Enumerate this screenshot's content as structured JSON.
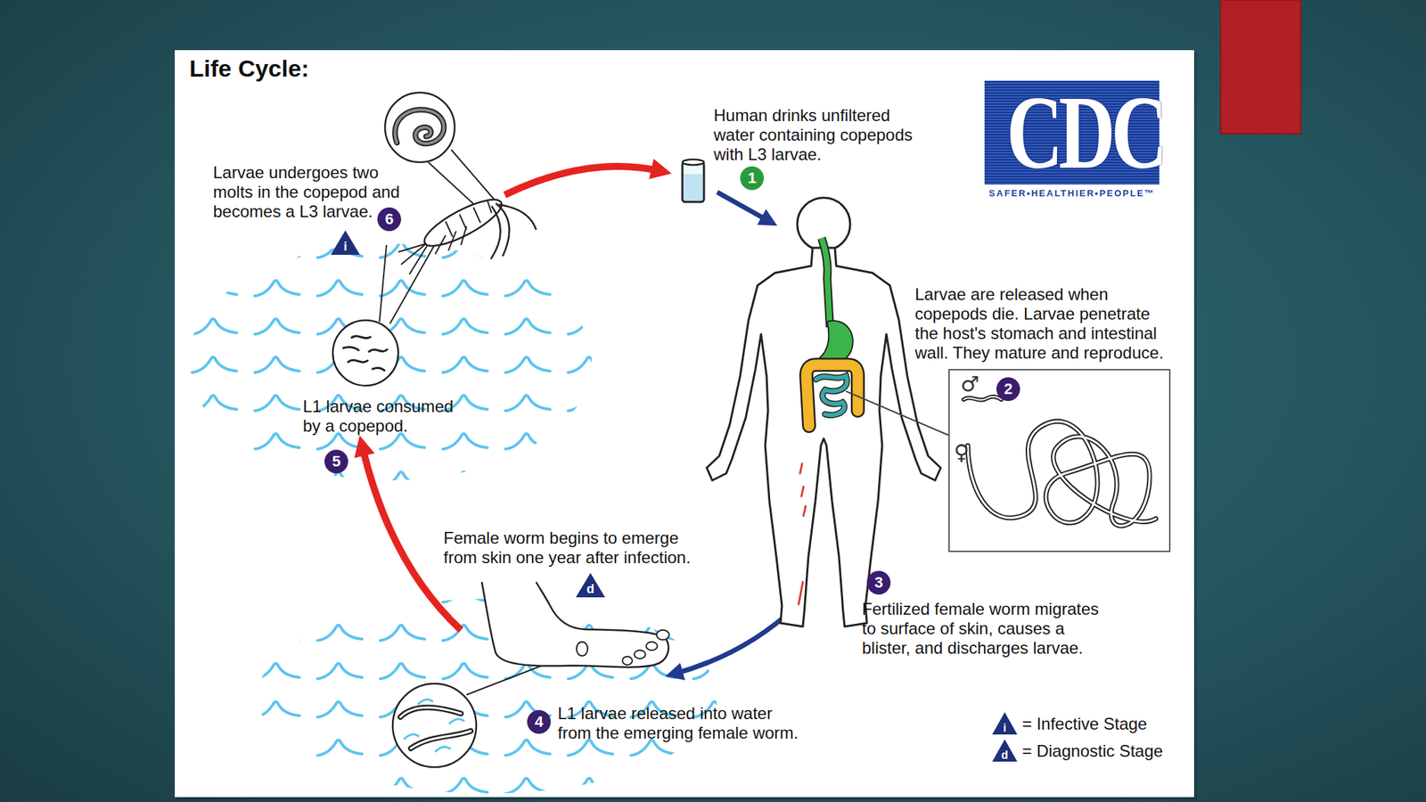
{
  "diagram": {
    "title": "Life Cycle:",
    "nodes": [
      {
        "text": [
          "CDC",
          "SAFER•HEALTHIER•PEOPLE™"
        ]
      },
      {
        "text": [
          "♂",
          "♀"
        ]
      }
    ],
    "labels": [
      "Human drinks unfiltered water containing copepods with L3 larvae.",
      "1",
      "Larvae undergoes two molts in the copepod and becomes a L3 larvae.",
      "6",
      "i",
      "Larvae are released when copepods die. Larvae penetrate the host's stomach and intestinal wall. They mature and reproduce.",
      "2",
      "L1 larvae consumed by a copepod.",
      "5",
      "Female worm begins to emerge from skin one year after infection.",
      "d",
      "3",
      "Fertilized female worm migrates to surface of skin, causes a blister, and discharges larvae.",
      "4",
      "L1 larvae released into water from the emerging female worm.",
      "i",
      "d"
    ],
    "legend": [
      {
        "text": "= Infective Stage"
      },
      {
        "text": "= Diagnostic Stage"
      }
    ]
  }
}
